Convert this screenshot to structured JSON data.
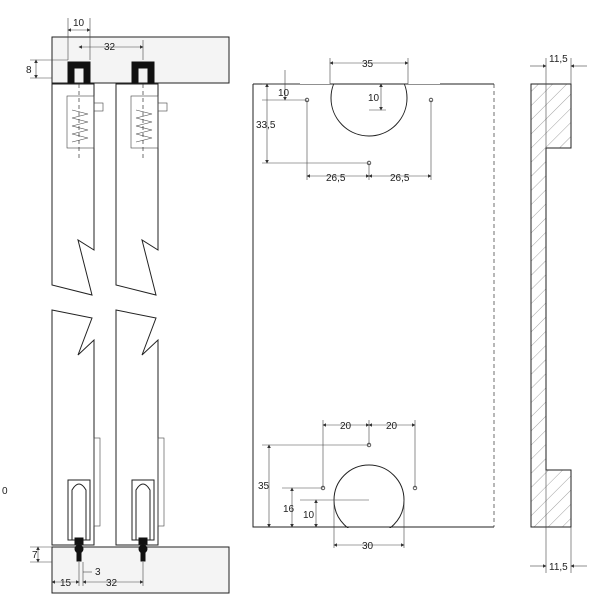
{
  "colors": {
    "line": "#222222",
    "background": "#ffffff",
    "accent_dark": "#111111"
  },
  "left_view": {
    "top_dim_profile": "10",
    "top_dim_spacing": "32",
    "top_dim_height": "8",
    "bottom_dim_height": "7",
    "bottom_dim_offset": "15",
    "bottom_dim_pin": "3",
    "bottom_dim_spacing": "32"
  },
  "front_view": {
    "dim_top_hole_dia": "35",
    "dim_top_hole_inner": "10",
    "dim_top_edge": "10",
    "dim_top_height": "33,5",
    "dim_top_left": "26,5",
    "dim_top_right": "26,5",
    "dim_bottom_left": "20",
    "dim_bottom_right": "20",
    "dim_bottom_height": "35",
    "dim_bottom_16": "16",
    "dim_bottom_10": "10",
    "dim_bottom_hole_dia": "30"
  },
  "side_view": {
    "dim_top": "11,5",
    "dim_bottom": "11,5"
  },
  "edge_mark": "0"
}
